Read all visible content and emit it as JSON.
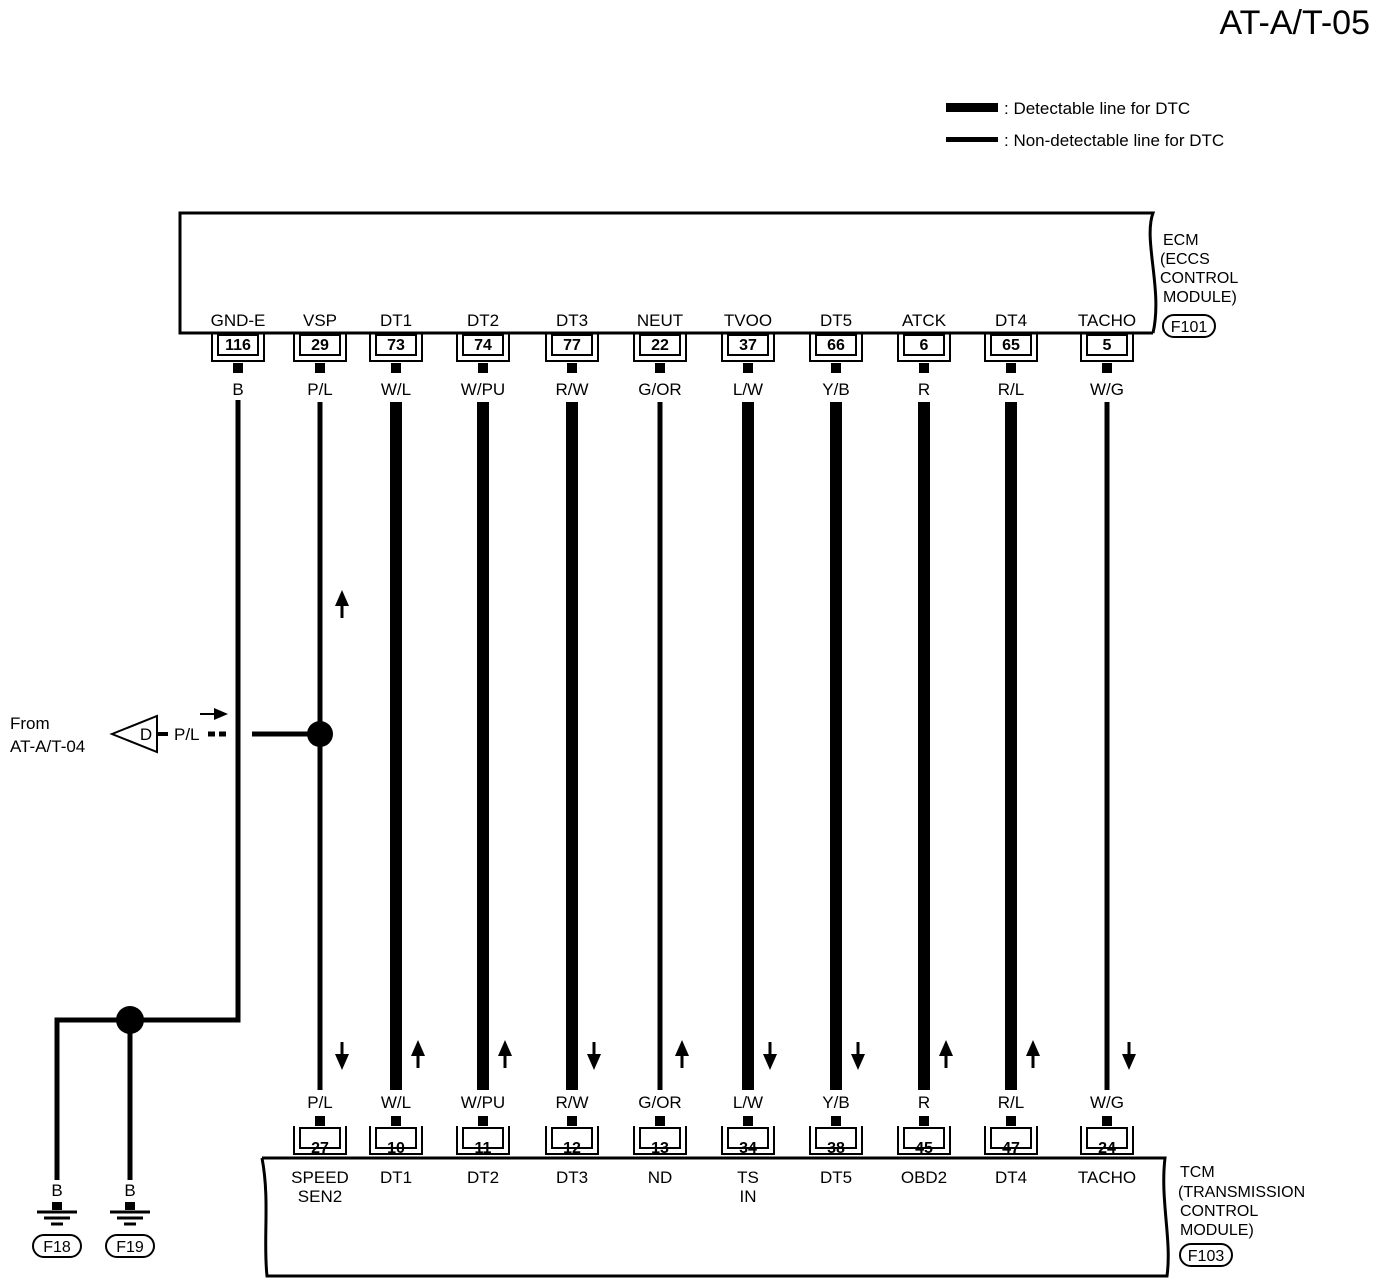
{
  "page_title": "AT-A/T-05",
  "legend": {
    "detectable": ": Detectable line for DTC",
    "non_detectable": ": Non-detectable line for DTC"
  },
  "ecm": {
    "name_lines": [
      "ECM",
      "(ECCS",
      "CONTROL",
      "MODULE)"
    ],
    "connector": "F101",
    "terminals": [
      {
        "label": "GND-E",
        "pin": "116",
        "wire": "B"
      },
      {
        "label": "VSP",
        "pin": "29",
        "wire": "P/L"
      },
      {
        "label": "DT1",
        "pin": "73",
        "wire": "W/L"
      },
      {
        "label": "DT2",
        "pin": "74",
        "wire": "W/PU"
      },
      {
        "label": "DT3",
        "pin": "77",
        "wire": "R/W"
      },
      {
        "label": "NEUT",
        "pin": "22",
        "wire": "G/OR"
      },
      {
        "label": "TVOO",
        "pin": "37",
        "wire": "L/W"
      },
      {
        "label": "DT5",
        "pin": "66",
        "wire": "Y/B"
      },
      {
        "label": "ATCK",
        "pin": "6",
        "wire": "R"
      },
      {
        "label": "DT4",
        "pin": "65",
        "wire": "R/L"
      },
      {
        "label": "TACHO",
        "pin": "5",
        "wire": "W/G"
      }
    ]
  },
  "tcm": {
    "name_lines": [
      "TCM",
      "(TRANSMISSION",
      "CONTROL",
      "MODULE)"
    ],
    "connector": "F103",
    "terminals": [
      {
        "wire": "P/L",
        "pin": "27",
        "label_lines": [
          "SPEED",
          "SEN2"
        ],
        "line": "thin",
        "arrow": "down"
      },
      {
        "wire": "W/L",
        "pin": "10",
        "label_lines": [
          "DT1"
        ],
        "line": "thick",
        "arrow": "up"
      },
      {
        "wire": "W/PU",
        "pin": "11",
        "label_lines": [
          "DT2"
        ],
        "line": "thick",
        "arrow": "up"
      },
      {
        "wire": "R/W",
        "pin": "12",
        "label_lines": [
          "DT3"
        ],
        "line": "thick",
        "arrow": "down"
      },
      {
        "wire": "G/OR",
        "pin": "13",
        "label_lines": [
          "ND"
        ],
        "line": "thin",
        "arrow": "up"
      },
      {
        "wire": "L/W",
        "pin": "34",
        "label_lines": [
          "TS",
          "IN"
        ],
        "line": "thick",
        "arrow": "down"
      },
      {
        "wire": "Y/B",
        "pin": "38",
        "label_lines": [
          "DT5"
        ],
        "line": "thick",
        "arrow": "down"
      },
      {
        "wire": "R",
        "pin": "45",
        "label_lines": [
          "OBD2"
        ],
        "line": "thick",
        "arrow": "up"
      },
      {
        "wire": "R/L",
        "pin": "47",
        "label_lines": [
          "DT4"
        ],
        "line": "thick",
        "arrow": "up"
      },
      {
        "wire": "W/G",
        "pin": "24",
        "label_lines": [
          "TACHO"
        ],
        "line": "thin",
        "arrow": "down"
      }
    ]
  },
  "from_ref": {
    "text_lines": [
      "From",
      "AT-A/T-04"
    ],
    "connector_letter": "D",
    "wire": "P/L"
  },
  "grounds": [
    {
      "wire": "B",
      "connector": "F18"
    },
    {
      "wire": "B",
      "connector": "F19"
    }
  ]
}
